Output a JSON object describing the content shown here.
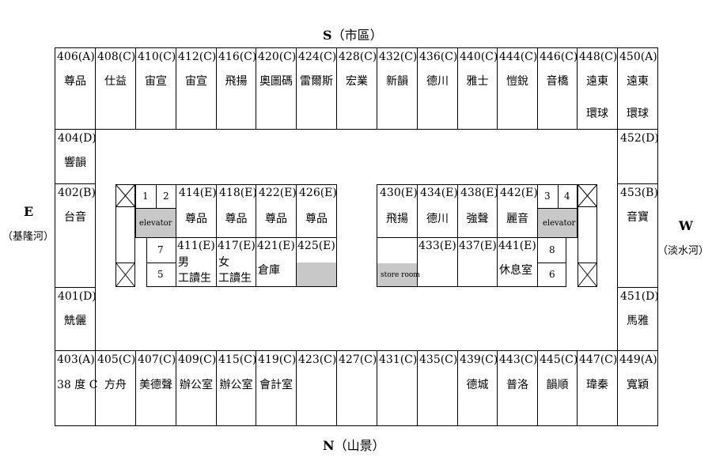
{
  "directions": {
    "south": {
      "letter": "S",
      "place": "（市區）"
    },
    "north": {
      "letter": "N",
      "place": "（山景）"
    },
    "east": {
      "letter": "E",
      "place": "（基隆河）"
    },
    "west": {
      "letter": "W",
      "place": "（淡水河）"
    }
  },
  "top_row": [
    {
      "code": "406(A)",
      "name": "尊品",
      "name2": ""
    },
    {
      "code": "408(C)",
      "name": "仕益",
      "name2": ""
    },
    {
      "code": "410(C)",
      "name": "宙宣",
      "name2": ""
    },
    {
      "code": "412(C)",
      "name": "宙宣",
      "name2": ""
    },
    {
      "code": "416(C)",
      "name": "飛揚",
      "name2": ""
    },
    {
      "code": "420(C)",
      "name": "奧圖碼",
      "name2": ""
    },
    {
      "code": "424(C)",
      "name": "雷爾斯",
      "name2": ""
    },
    {
      "code": "428(C)",
      "name": "宏業",
      "name2": ""
    },
    {
      "code": "432(C)",
      "name": "新韻",
      "name2": ""
    },
    {
      "code": "436(C)",
      "name": "德川",
      "name2": ""
    },
    {
      "code": "440(C)",
      "name": "雅士",
      "name2": ""
    },
    {
      "code": "444(C)",
      "name": "愷銳",
      "name2": ""
    },
    {
      "code": "446(C)",
      "name": "音橋",
      "name2": ""
    },
    {
      "code": "448(C)",
      "name": "遠東",
      "name2": "環球"
    },
    {
      "code": "450(A)",
      "name": "遠東",
      "name2": "環球"
    }
  ],
  "bottom_row": [
    {
      "code": "403(A)",
      "name": "38 度 C"
    },
    {
      "code": "405(C)",
      "name": "方舟"
    },
    {
      "code": "407(C)",
      "name": "美德聲"
    },
    {
      "code": "409(C)",
      "name": "辦公室"
    },
    {
      "code": "415(C)",
      "name": "辦公室"
    },
    {
      "code": "419(C)",
      "name": "會計室"
    },
    {
      "code": "423(C)",
      "name": ""
    },
    {
      "code": "427(C)",
      "name": ""
    },
    {
      "code": "431(C)",
      "name": ""
    },
    {
      "code": "435(C)",
      "name": ""
    },
    {
      "code": "439(C)",
      "name": "德城"
    },
    {
      "code": "443(C)",
      "name": "普洛"
    },
    {
      "code": "445(C)",
      "name": "韻順"
    },
    {
      "code": "447(C)",
      "name": "瑋秦"
    },
    {
      "code": "449(A)",
      "name": "寬穎"
    }
  ],
  "left_col": [
    {
      "code": "404(D)",
      "name": "響韻"
    },
    {
      "code": "402(B)",
      "name": "台音"
    },
    {
      "code": "401(D)",
      "name": "兟儷"
    }
  ],
  "right_col": [
    {
      "code": "452(D)",
      "name": ""
    },
    {
      "code": "453(B)",
      "name": "音寶"
    },
    {
      "code": "451(D)",
      "name": "馬雅"
    }
  ],
  "left_block": {
    "top": [
      {
        "code": "414(E)",
        "name": "尊品"
      },
      {
        "code": "418(E)",
        "name": "尊品"
      },
      {
        "code": "422(E)",
        "name": "尊品"
      },
      {
        "code": "426(E)",
        "name": "尊品"
      }
    ],
    "bottom": [
      {
        "code": "411(E)",
        "name": "男",
        "name2": "工讀生"
      },
      {
        "code": "417(E)",
        "name": "女",
        "name2": "工讀生"
      },
      {
        "code": "421(E)",
        "name": "倉庫",
        "name2": ""
      },
      {
        "code": "425(E)",
        "name": "",
        "name2": ""
      }
    ],
    "elevator_nums": [
      "1",
      "2",
      "7",
      "5"
    ],
    "elevator_label": "elevator"
  },
  "right_block": {
    "top": [
      {
        "code": "430(E)",
        "name": "飛揚"
      },
      {
        "code": "434(E)",
        "name": "德川"
      },
      {
        "code": "438(E)",
        "name": "強聲"
      },
      {
        "code": "442(E)",
        "name": "麗音"
      }
    ],
    "bottom": [
      {
        "code": "",
        "name": "store room"
      },
      {
        "code": "433(E)",
        "name": ""
      },
      {
        "code": "437(E)",
        "name": ""
      },
      {
        "code": "441(E)",
        "name": "休息室"
      }
    ],
    "elevator_nums": [
      "3",
      "4",
      "8",
      "6"
    ],
    "elevator_label": "elevator"
  }
}
